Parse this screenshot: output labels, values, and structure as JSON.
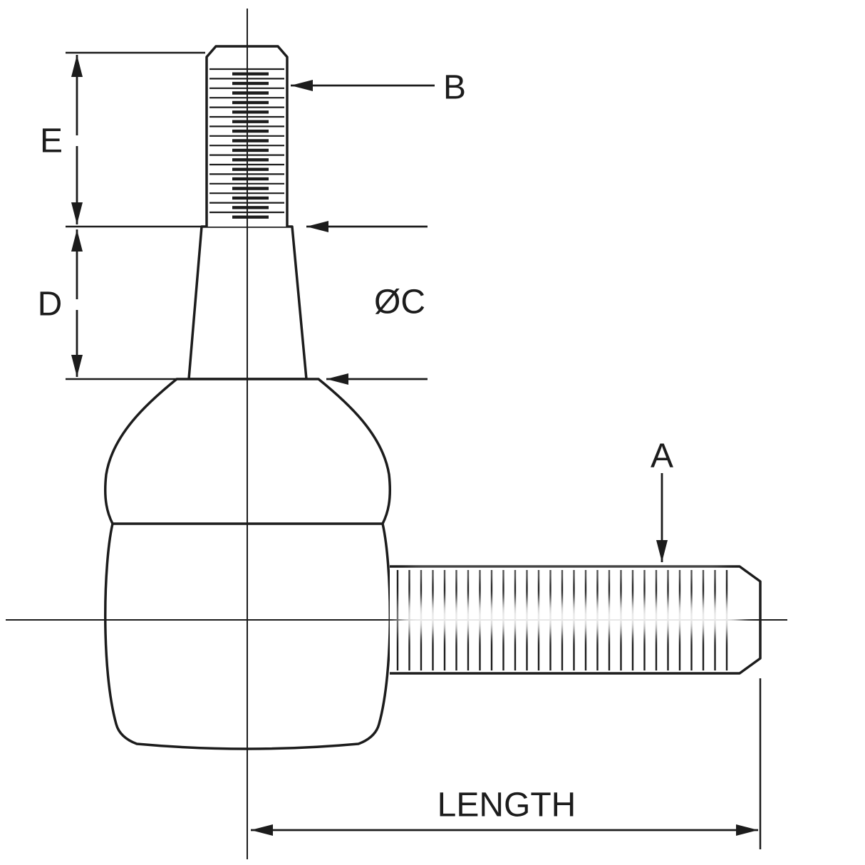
{
  "diagram": {
    "labels": {
      "e": "E",
      "d": "D",
      "b": "B",
      "diameter_c": "ØC",
      "a": "A",
      "length": "LENGTH"
    }
  },
  "colors": {
    "line": "#1c1c1c",
    "background": "#ffffff"
  }
}
